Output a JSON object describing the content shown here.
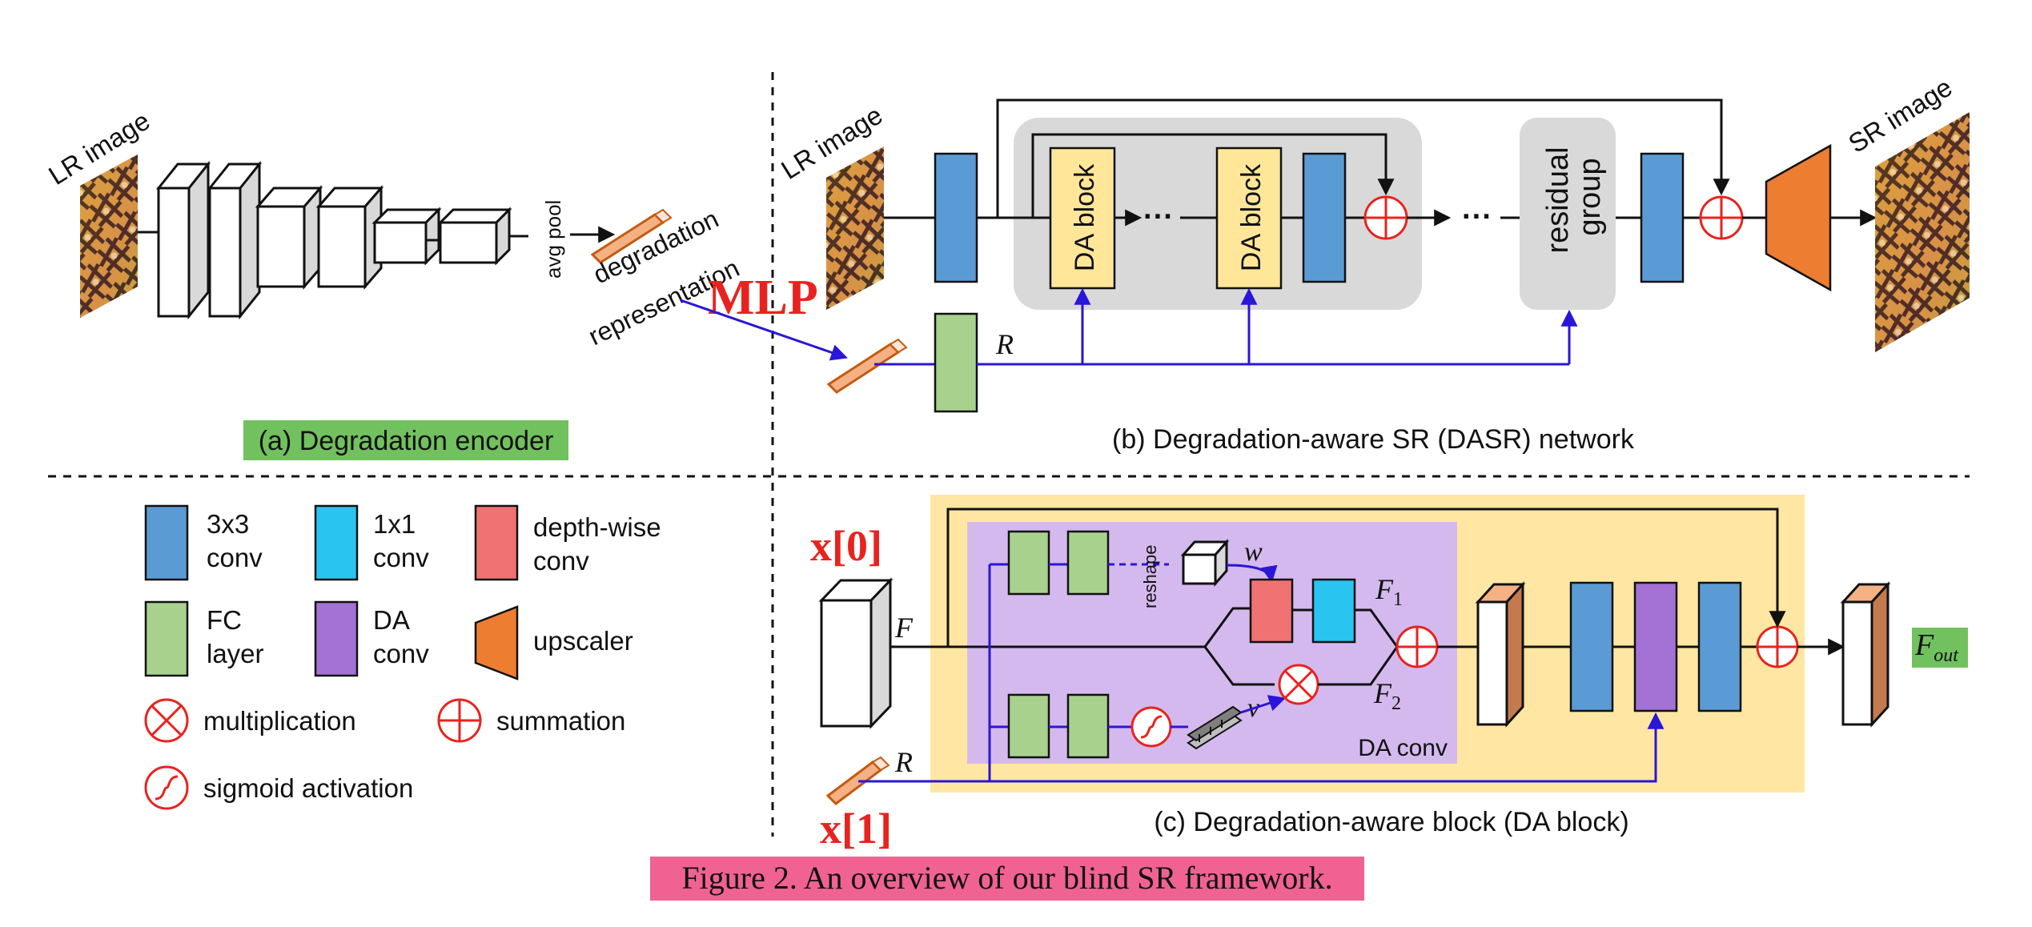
{
  "panel_a": {
    "input_label": "LR image",
    "pool_label": "avg pool",
    "repr_label_1": "degradation",
    "repr_label_2": "representation",
    "title": "(a) Degradation encoder",
    "mlp_label": "MLP"
  },
  "panel_b": {
    "input_label": "LR image",
    "output_label": "SR image",
    "da_block_1": "DA block",
    "da_block_2": "DA block",
    "dots_1": "···",
    "dots_2": "···",
    "residual_1": "residual",
    "residual_2": "group",
    "r_label": "R",
    "title": "(b) Degradation-aware SR (DASR) network"
  },
  "legend": {
    "conv3": [
      "3x3",
      "conv"
    ],
    "conv1": [
      "1x1",
      "conv"
    ],
    "depthwise": [
      "depth-wise",
      "conv"
    ],
    "fc": [
      "FC",
      "layer"
    ],
    "daconv": [
      "DA",
      "conv"
    ],
    "upscaler": "upscaler",
    "multiplication": "multiplication",
    "summation": "summation",
    "sigmoid": "sigmoid activation"
  },
  "panel_c": {
    "x0": "x[0]",
    "x1": "x[1]",
    "f_label": "F",
    "r_label": "R",
    "reshape": "reshape",
    "w_label": "w",
    "v_label": "v",
    "f1_label": "F",
    "f1_sub": "1",
    "f2_label": "F",
    "f2_sub": "2",
    "daconv_label": "DA conv",
    "fout_label": "F",
    "fout_sub": "out",
    "title": "(c) Degradation-aware block (DA block)"
  },
  "caption": "Figure 2. An overview of our blind SR framework.",
  "colors": {
    "conv3": "#5b9bd5",
    "conv1": "#29c4f0",
    "depthwise": "#f07272",
    "fc": "#a9d18e",
    "daconv": "#a471d4",
    "upscaler": "#ed7d31",
    "da_block": "#ffe699",
    "gray_box": "#d9d9d9",
    "lavender": "#d4b9ee",
    "yellow_bg": "#ffe7a3",
    "red": "#e8231f",
    "blue_line": "#2a16d6",
    "caption_bg": "#f06292",
    "green_tag": "#71c15e"
  }
}
